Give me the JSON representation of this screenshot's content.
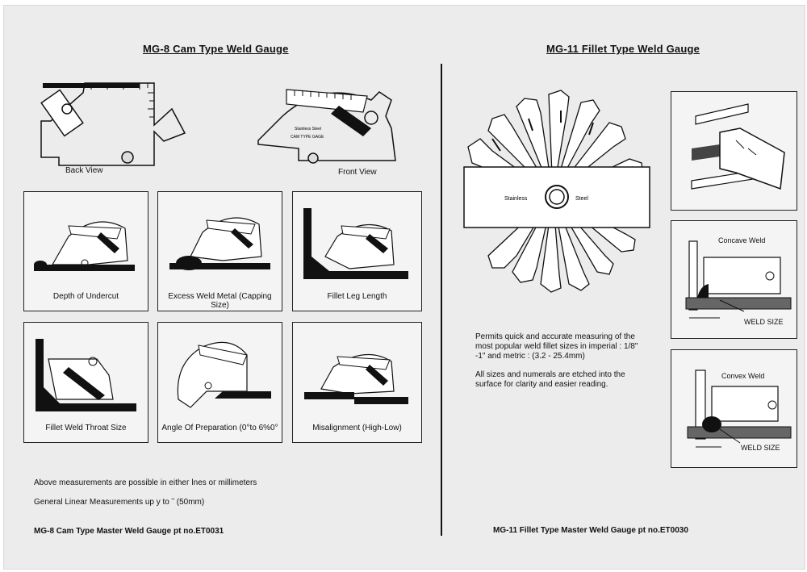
{
  "left": {
    "title": "MG-8 Cam Type Weld Gauge",
    "back_view": "Back View",
    "front_view": "Front View",
    "panels": [
      {
        "caption": "Depth of Undercut"
      },
      {
        "caption": "Excess Weld Metal  (Capping Size)"
      },
      {
        "caption": "Fillet Leg Length"
      },
      {
        "caption": "Fillet Weld Throat Size"
      },
      {
        "caption": "Angle Of Preparation (0°to 6%0°"
      },
      {
        "caption": "Misalignment (High-Low)"
      }
    ],
    "note1": "Above measurements are possible in eitheг lnes oг millimeters",
    "note2": "General Linear Measurements up у to ˜ (50mm)",
    "footer": "MG-8 Cam Type Master Weld Gauge   pt no.ET0031"
  },
  "right": {
    "title": "MG-11 Fillet Type Weld Gauge",
    "fan_labels": [
      "Stainless",
      "Steel"
    ],
    "desc1": "Permits quick and accurate measuring of the most popular weld fillet sizes in imperial : 1/8\" -1\" and metric : (3.2 - 25.4mm)",
    "desc2": "All sizes and numerals are etched into the surface for clarity and easier reading.",
    "concave": "Concave Weld",
    "convex": "Convex Weld",
    "weld_size": "WELD SIZE",
    "footer": "MG-11 Fillet Type Master Weld Gauge   pt no.ET0030"
  }
}
